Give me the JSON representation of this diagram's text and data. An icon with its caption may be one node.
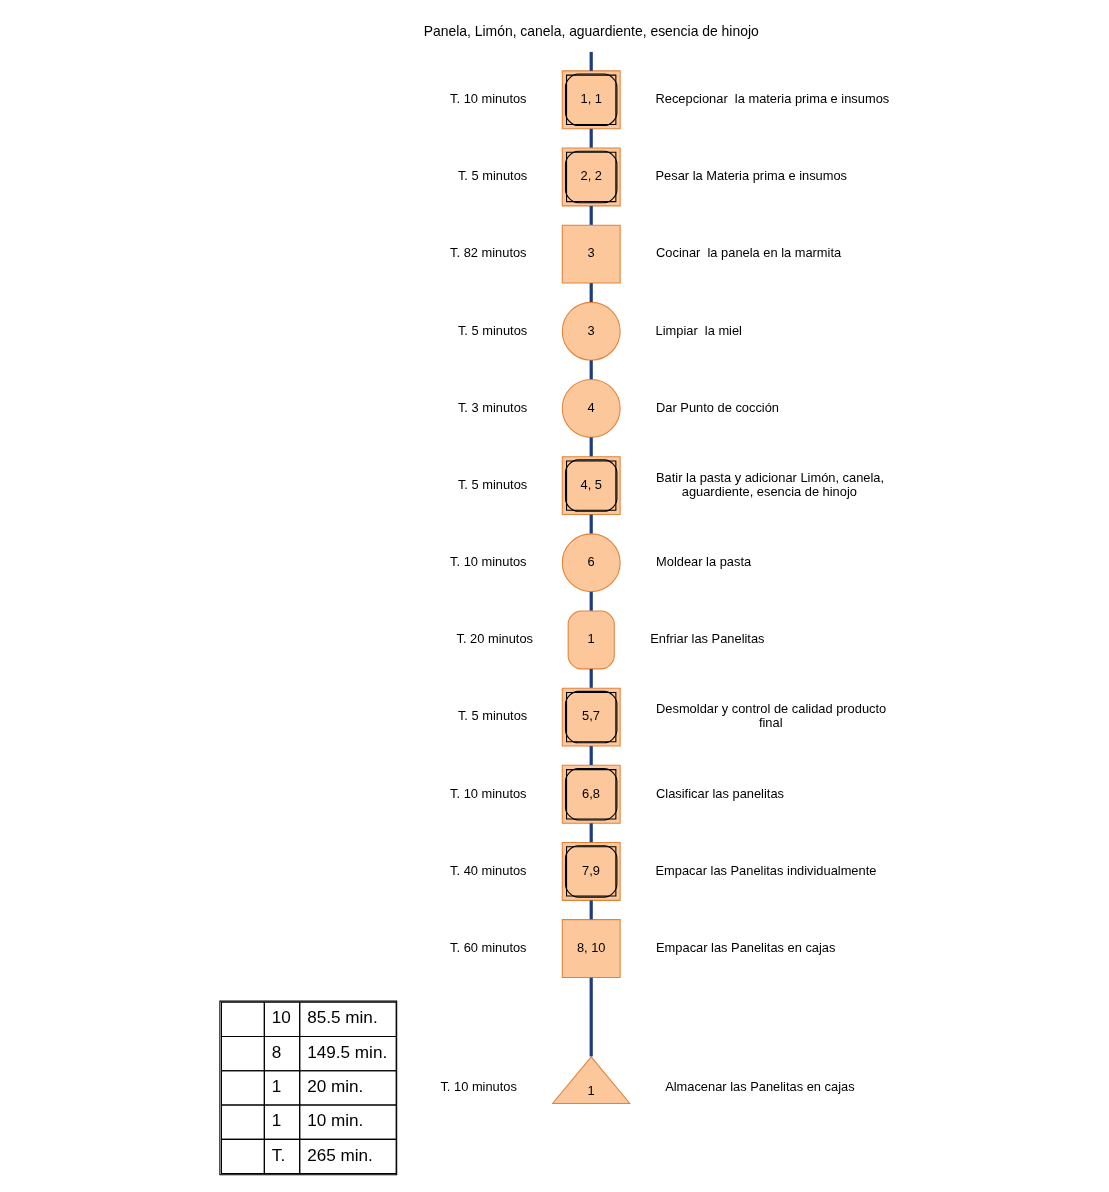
{
  "diagram": {
    "nodes": [
      {
        "text": [
          "Panela, Limón, canela, aguardiente, esencia de hinojo"
        ]
      },
      {
        "text": [
          "1, 1"
        ],
        "beside": [
          "T. 10 minutos",
          "Recepcionar  la materia prima e insumos"
        ]
      },
      {
        "text": [
          "2, 2"
        ],
        "beside": [
          "T. 5 minutos",
          "Pesar la Materia prima e insumos"
        ]
      },
      {
        "text": [
          "3"
        ],
        "beside": [
          "T. 82 minutos",
          "Cocinar  la panela en la marmita"
        ]
      },
      {
        "text": [
          "3"
        ],
        "beside": [
          "T. 5 minutos",
          "Limpiar  la miel"
        ]
      },
      {
        "text": [
          "4"
        ],
        "beside": [
          "T. 3 minutos",
          "Dar Punto de cocción"
        ]
      },
      {
        "text": [
          "4, 5"
        ],
        "beside": [
          "T. 5 minutos",
          "Batir la pasta y adicionar Limón, canela, aguardiente, esencia de hinojo"
        ]
      },
      {
        "text": [
          "6"
        ],
        "beside": [
          "T. 10 minutos",
          "Moldear la pasta"
        ]
      },
      {
        "text": [
          "1"
        ],
        "beside": [
          "T. 20 minutos",
          "Enfriar las Panelitas"
        ]
      },
      {
        "text": [
          "5,7"
        ],
        "beside": [
          "T. 5 minutos",
          "Desmoldar y control de calidad producto final"
        ]
      },
      {
        "text": [
          "6,8"
        ],
        "beside": [
          "T. 10 minutos",
          "Clasificar las panelitas"
        ]
      },
      {
        "text": [
          "7,9"
        ],
        "beside": [
          "T. 40 minutos",
          "Empacar las Panelitas individualmente"
        ]
      },
      {
        "text": [
          "8, 10"
        ],
        "beside": [
          "T. 60 minutos",
          "Empacar las Panelitas en cajas"
        ]
      },
      {
        "text": [
          "1"
        ],
        "beside": [
          "T. 10 minutos",
          "Almacenar las Panelitas en cajas"
        ]
      }
    ],
    "edges": [
      {
        "from": 0,
        "to": 1,
        "arrow": "none"
      },
      {
        "from": 1,
        "to": 2,
        "arrow": "none"
      },
      {
        "from": 2,
        "to": 3,
        "arrow": "none"
      },
      {
        "from": 3,
        "to": 4,
        "arrow": "none"
      },
      {
        "from": 4,
        "to": 5,
        "arrow": "none"
      },
      {
        "from": 5,
        "to": 6,
        "arrow": "none"
      },
      {
        "from": 6,
        "to": 7,
        "arrow": "none"
      },
      {
        "from": 7,
        "to": 8,
        "arrow": "none"
      },
      {
        "from": 8,
        "to": 9,
        "arrow": "none"
      },
      {
        "from": 9,
        "to": 10,
        "arrow": "none"
      },
      {
        "from": 10,
        "to": 11,
        "arrow": "none"
      },
      {
        "from": 11,
        "to": 12,
        "arrow": "none"
      },
      {
        "from": 12,
        "to": 13,
        "arrow": "none"
      }
    ],
    "labels": [
      "10",
      "85.5 min.",
      "8",
      "149.5 min.",
      "1",
      "20 min.",
      "1",
      "10 min.",
      "T.",
      "265 min."
    ]
  }
}
